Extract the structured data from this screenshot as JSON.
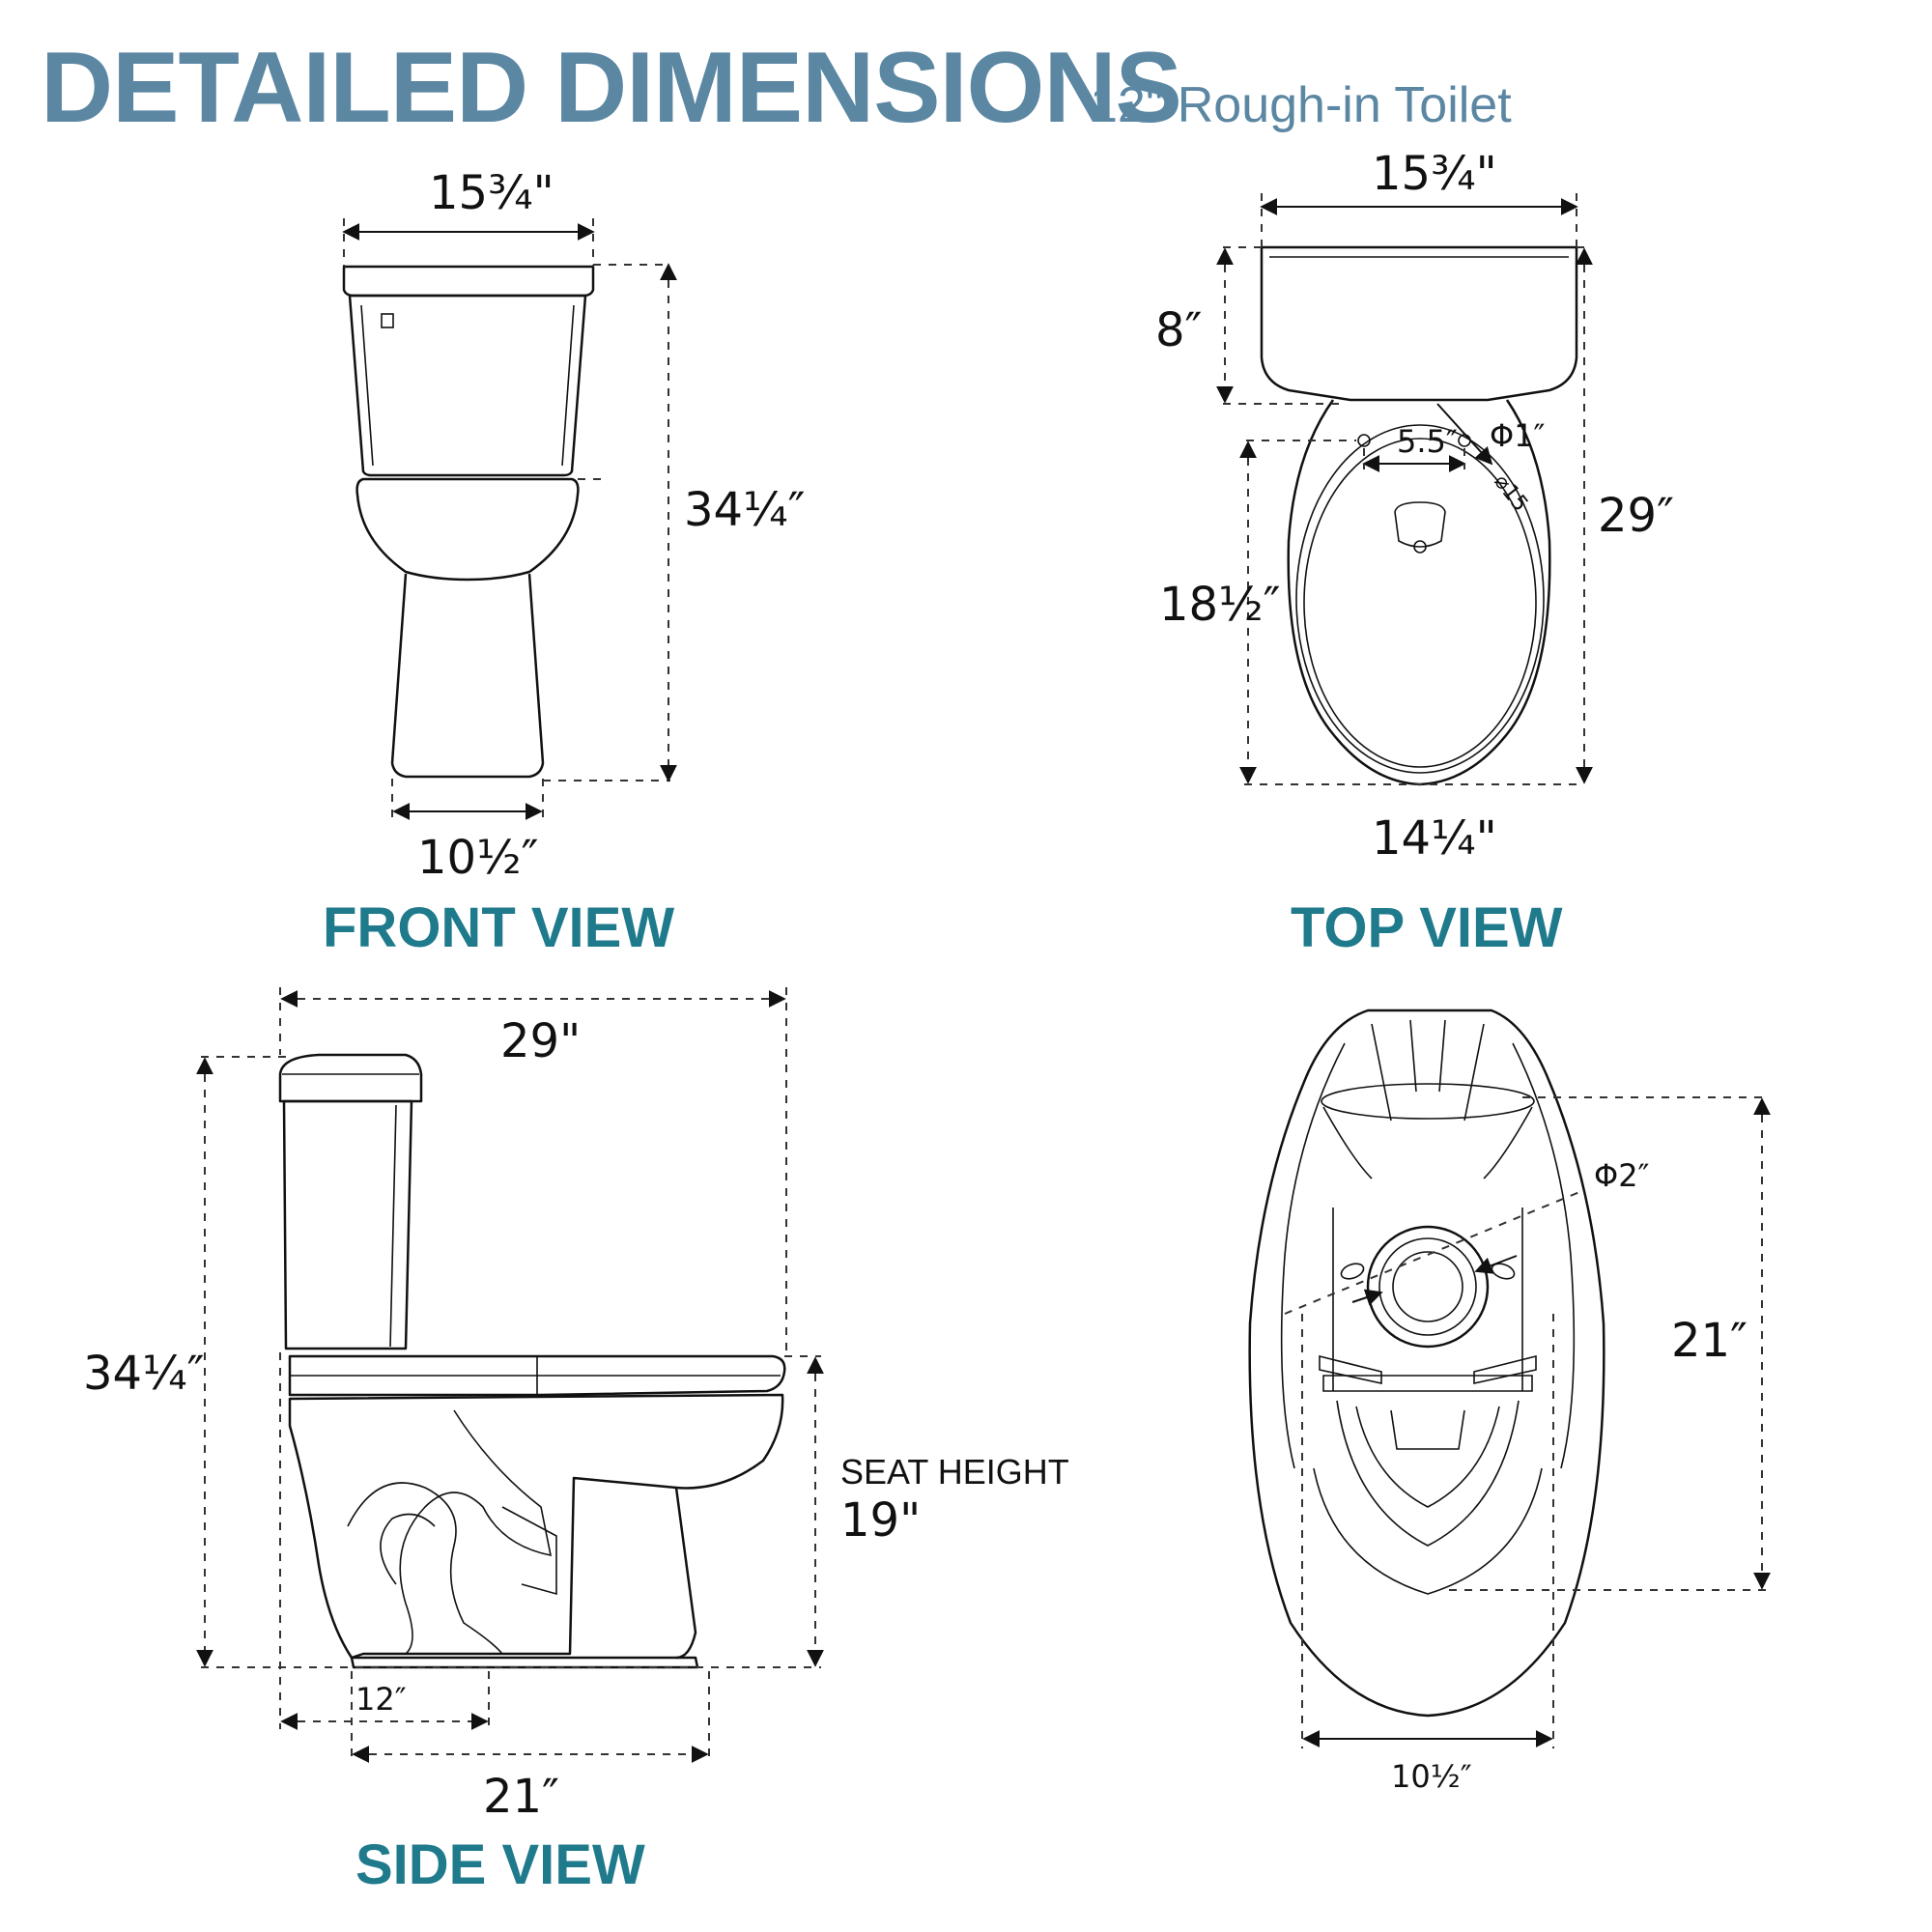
{
  "header": {
    "title": "DETAILED DIMENSIONS",
    "subtitle": "12\" Rough-in Toilet"
  },
  "views": {
    "front": {
      "label": "FRONT VIEW",
      "top_width": "15¾\"",
      "height": "34¼″",
      "base_width": "10½″"
    },
    "top": {
      "label": "TOP VIEW",
      "top_width": "15¾\"",
      "tank_depth": "8″",
      "bolt_spacing": "5.5″",
      "bolt_diameter": "Φ1″",
      "bolt_hole": "⌀15",
      "bowl_length": "18½″",
      "total_length": "29″",
      "bowl_width": "14¼\""
    },
    "side": {
      "label": "SIDE VIEW",
      "total_length": "29\"",
      "height": "34¼″",
      "seat_height_label": "SEAT HEIGHT",
      "seat_height": "19\"",
      "rough_in": "12″",
      "base_length": "21″"
    },
    "bottom": {
      "outlet_diameter": "Φ2″",
      "length": "21″",
      "width": "10½″"
    }
  }
}
